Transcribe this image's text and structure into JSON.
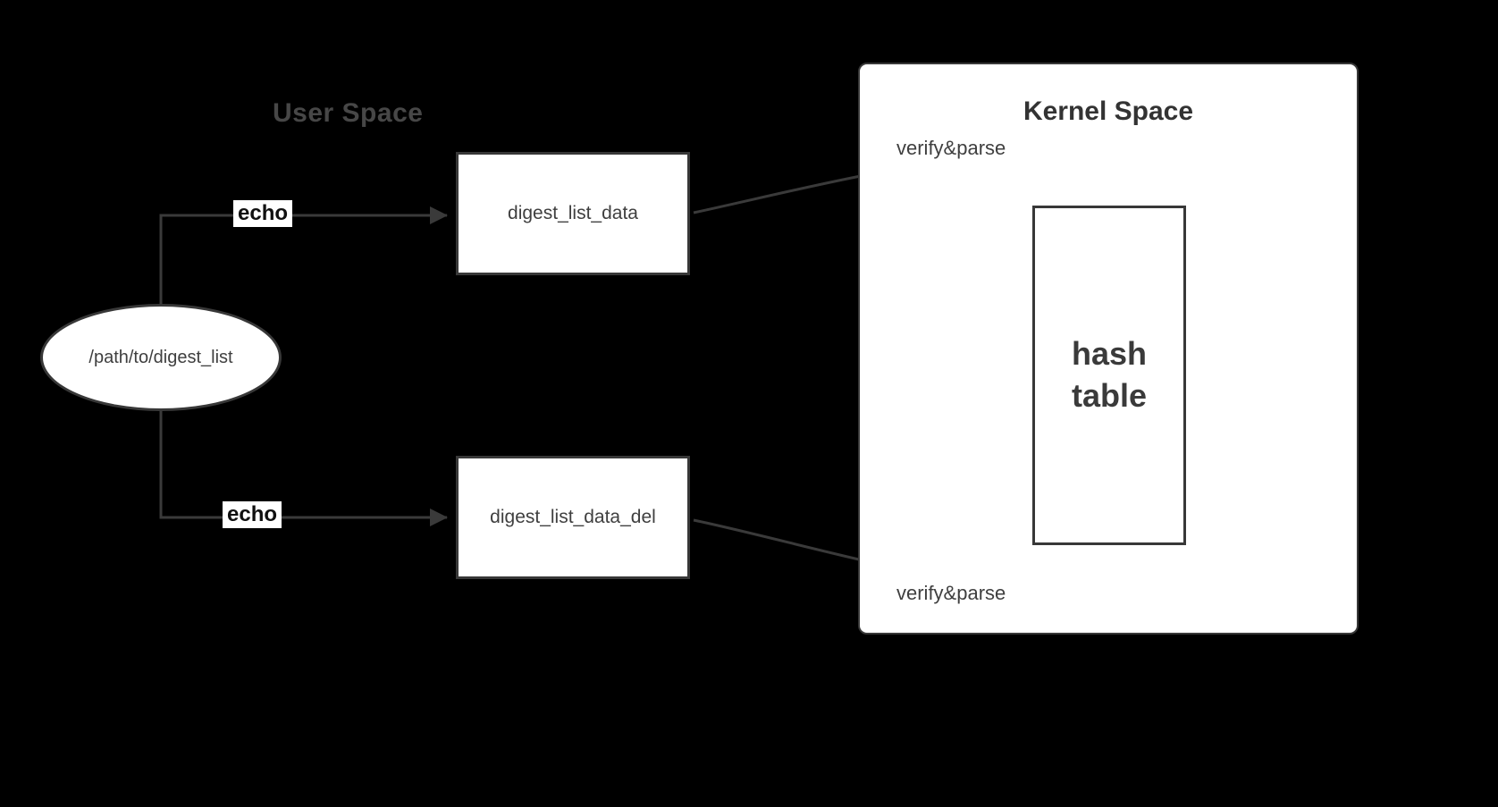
{
  "diagram": {
    "user_space_label": "User Space",
    "kernel_space_label": "Kernel Space",
    "source_node_label": "/path/to/digest_list",
    "echo_top_label": "echo",
    "echo_bottom_label": "echo",
    "box_top_label": "digest_list_data",
    "box_bottom_label": "digest_list_data_del",
    "hash_table_label": "hash table",
    "verify_parse_top_label": "verify&parse",
    "verify_parse_bottom_label": "verify&parse",
    "colors": {
      "background": "#000000",
      "stroke": "#3a3a3a",
      "node_fill": "#ffffff",
      "node_border": "#383838",
      "text": "#3f3f3f"
    }
  }
}
